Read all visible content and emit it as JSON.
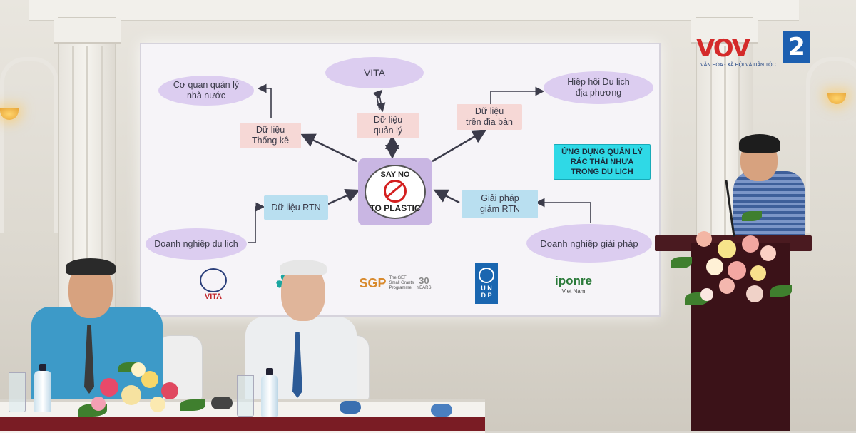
{
  "slide": {
    "center_line1": "SAY NO",
    "center_line2": "TO PLASTIC",
    "nodes": {
      "vita": "VITA",
      "co_quan": "Cơ quan quản lý\nnhà nước",
      "hiep_hoi": "Hiệp hội Du lịch\nđịa phương",
      "dl_thong_ke": "Dữ liệu\nThống kê",
      "dl_quan_ly": "Dữ liệu\nquản lý",
      "dl_tren_dia_ban": "Dữ liệu\ntrên địa bàn",
      "dl_rtn": "Dữ liệu RTN",
      "giai_phap_rtn": "Giải pháp\ngiảm RTN",
      "dn_du_lich": "Doanh nghiệp du lịch",
      "dn_giai_phap": "Doanh nghiệp giải pháp",
      "app_title": "ỨNG DỤNG QUẢN LÝ\nRÁC THẢI NHỰA\nTRONG DU LỊCH"
    },
    "logos": {
      "vita": "VITA",
      "sgp": "SGP",
      "sgp_small": "The GEF\nSmall Grants\nProgramme",
      "sgp_years": "30",
      "sgp_years_label": "YEARS",
      "undp": "U N\nD P",
      "iponre": "iponre",
      "iponre_sub": "Viet Nam"
    }
  },
  "broadcaster": {
    "brand": "VOV",
    "channel": "2",
    "tagline": "VĂN HÓA - XÃ HỘI VÀ DÂN TỘC"
  }
}
